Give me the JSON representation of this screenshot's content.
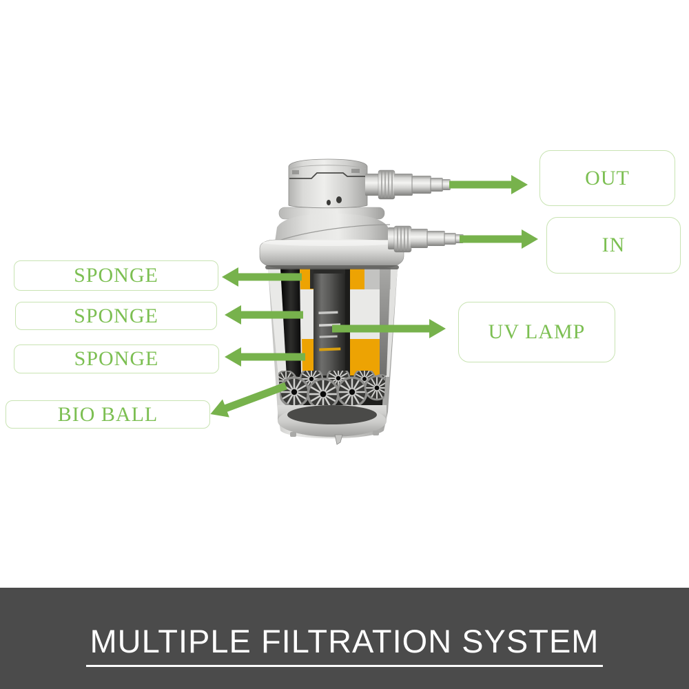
{
  "labels": {
    "out": "OUT",
    "in": "IN",
    "sponge_top": "SPONGE",
    "sponge_middle": "SPONGE",
    "sponge_bottom": "SPONGE",
    "uv_lamp": "UV LAMP",
    "bio_ball": "BIO BALL"
  },
  "banner": {
    "title": "MULTIPLE FILTRATION SYSTEM"
  },
  "colors": {
    "arrow_green": "#77b24c",
    "label_green": "#7cbf52",
    "box_border": "#c8e3b2",
    "banner_bg": "#4b4b4b",
    "banner_text": "#ffffff",
    "sponge_yellow": "#eda303",
    "sponge_white": "#e9e9e7",
    "uv_column_gray": "#4f4f4f",
    "device_gray": "#d6d6d4"
  }
}
